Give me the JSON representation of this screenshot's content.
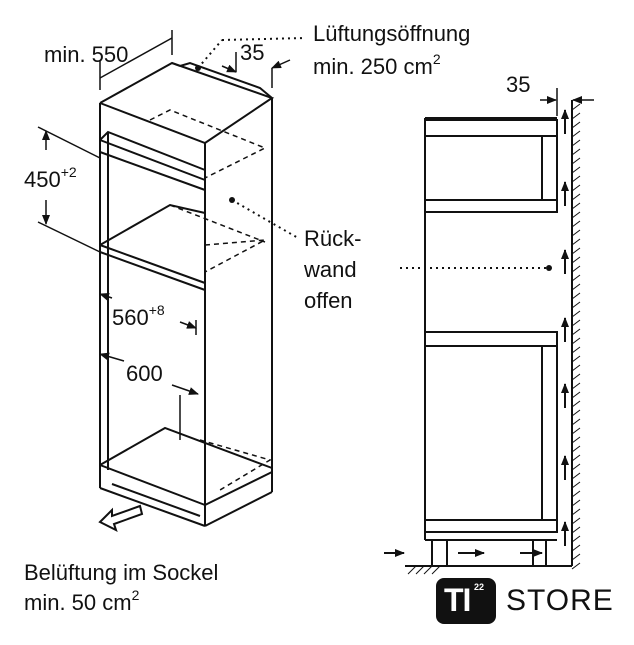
{
  "labels": {
    "min_550": "min. 550",
    "dim_35_top": "35",
    "lueftung_line1": "Lüftungsöffnung",
    "lueftung_line2": "min. 250 cm",
    "lueftung_sup": "2",
    "dim_450": "450",
    "dim_450_sup": "+2",
    "rueck_line1": "Rück-",
    "rueck_line2": "wand",
    "rueck_line3": "offen",
    "dim_560": "560",
    "dim_560_sup": "+8",
    "dim_600": "600",
    "dim_35_side": "35",
    "sockel_line1": "Belüftung im Sockel",
    "sockel_line2": "min. 50 cm",
    "sockel_sup": "2"
  },
  "logo": {
    "badge_text": "TI",
    "badge_number": "22",
    "store_text": "STORE"
  }
}
